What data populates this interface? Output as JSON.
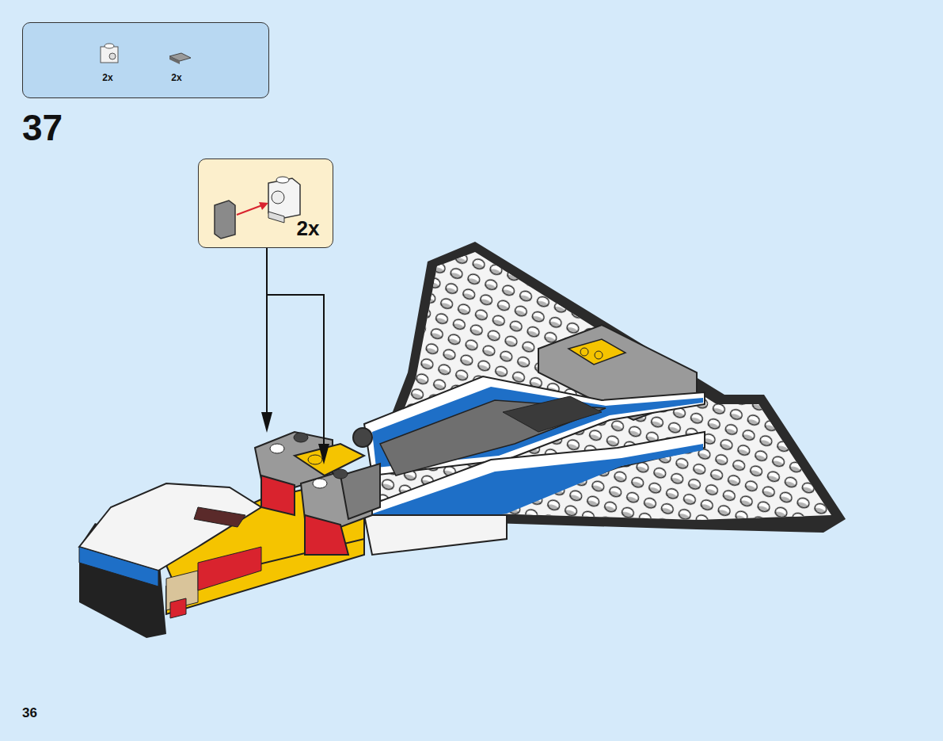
{
  "diagram": {
    "nodes": [
      {
        "text": [
          "2x",
          "2x"
        ]
      },
      {
        "text": [
          "2x"
        ]
      }
    ],
    "labels": [
      "37",
      "36"
    ]
  }
}
